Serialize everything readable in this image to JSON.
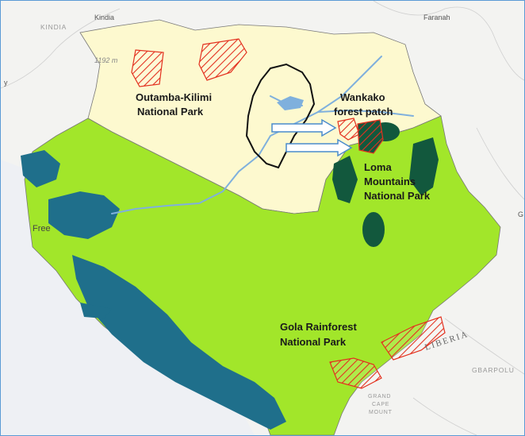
{
  "map": {
    "place_labels": {
      "kindia_region": "KINDIA",
      "kindia_town": "Kindia",
      "faranah": "Faranah",
      "elevation": "1192 m",
      "freetown_partial": "Free",
      "liberia": "LIBERIA",
      "gbarpolu": "GBARPOLU",
      "grand_cape_mount_1": "GRAND",
      "grand_cape_mount_2": "CAPE",
      "grand_cape_mount_3": "MOUNT",
      "edge_y": "y",
      "edge_g": "G"
    },
    "parks": {
      "outamba_line1": "Outamba-Kilimi",
      "outamba_line2": "National Park",
      "wankako_line1": "Wankako",
      "wankako_line2": "forest patch",
      "loma_line1": "Loma",
      "loma_line2": "Mountains",
      "loma_line3": "National Park",
      "gola_line1": "Gola Rainforest",
      "gola_line2": "National Park"
    },
    "colors": {
      "savanna_zone": "#fdf9cf",
      "forest_zone": "#a2e62a",
      "coastal_forest": "#1f6f8b",
      "dense_forest": "#12583d",
      "river": "#7fb0dd",
      "hatch": "#e3311f",
      "arrow_fill": "#ffffff",
      "arrow_stroke": "#4a8ccc"
    }
  }
}
